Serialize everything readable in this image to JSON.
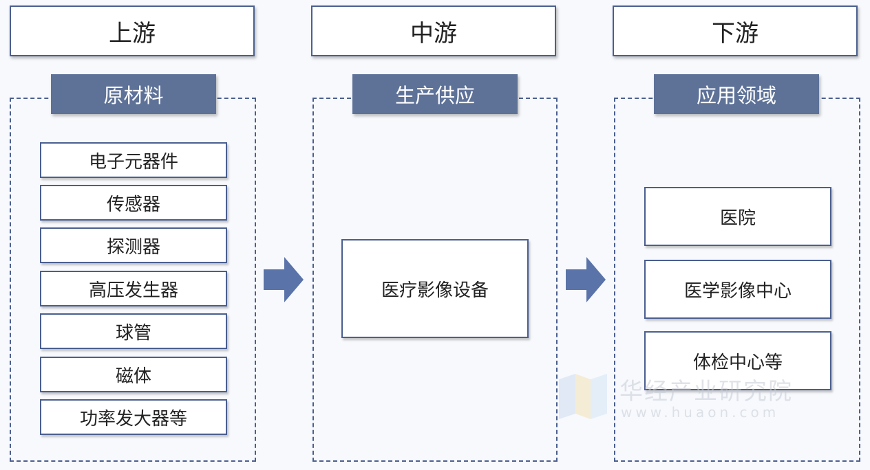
{
  "stages": {
    "upstream": "上游",
    "midstream": "中游",
    "downstream": "下游"
  },
  "groups": {
    "raw_materials": {
      "title": "原材料",
      "items": [
        "电子元器件",
        "传感器",
        "探测器",
        "高压发生器",
        "球管",
        "磁体",
        "功率发大器等"
      ]
    },
    "production_supply": {
      "title": "生产供应",
      "items": [
        "医疗影像设备"
      ]
    },
    "application_fields": {
      "title": "应用领域",
      "items": [
        "医院",
        "医学影像中心",
        "体检中心等"
      ]
    }
  },
  "watermark": {
    "name": "华经产业研究院",
    "url": "www.huaon.com"
  },
  "colors": {
    "border": "#4a5f8f",
    "title_fill": "#5e7298",
    "arrow": "#5a73a8"
  }
}
